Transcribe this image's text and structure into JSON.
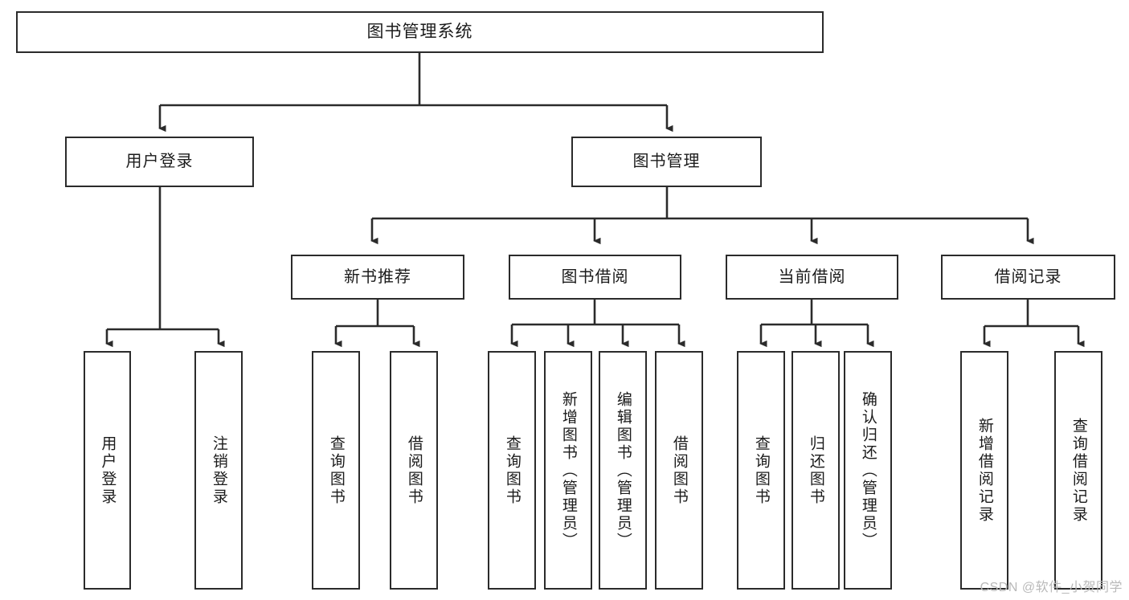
{
  "diagram": {
    "type": "tree-hierarchy",
    "title": "图书管理系统",
    "root": {
      "id": "root",
      "label": "图书管理系统"
    },
    "level1": [
      {
        "id": "user-login",
        "label": "用户登录"
      },
      {
        "id": "book-manage",
        "label": "图书管理"
      }
    ],
    "level2": [
      {
        "id": "new-book-rec",
        "label": "新书推荐",
        "parent": "book-manage"
      },
      {
        "id": "book-borrow",
        "label": "图书借阅",
        "parent": "book-manage"
      },
      {
        "id": "current-borrow",
        "label": "当前借阅",
        "parent": "book-manage"
      },
      {
        "id": "borrow-record",
        "label": "借阅记录",
        "parent": "book-manage"
      }
    ],
    "leaves": [
      {
        "id": "leaf-user-login",
        "label": "用户登录",
        "parent": "user-login"
      },
      {
        "id": "leaf-logout",
        "label": "注销登录",
        "parent": "user-login"
      },
      {
        "id": "leaf-query-book-1",
        "label": "查询图书",
        "parent": "new-book-rec"
      },
      {
        "id": "leaf-borrow-book-1",
        "label": "借阅图书",
        "parent": "new-book-rec"
      },
      {
        "id": "leaf-query-book-2",
        "label": "查询图书",
        "parent": "book-borrow"
      },
      {
        "id": "leaf-add-book",
        "label": "新增图书（管理员）",
        "parent": "book-borrow"
      },
      {
        "id": "leaf-edit-book",
        "label": "编辑图书（管理员）",
        "parent": "book-borrow"
      },
      {
        "id": "leaf-borrow-book-2",
        "label": "借阅图书",
        "parent": "book-borrow"
      },
      {
        "id": "leaf-query-book-3",
        "label": "查询图书",
        "parent": "current-borrow"
      },
      {
        "id": "leaf-return-book",
        "label": "归还图书",
        "parent": "current-borrow"
      },
      {
        "id": "leaf-confirm-return",
        "label": "确认归还（管理员）",
        "parent": "current-borrow"
      },
      {
        "id": "leaf-add-record",
        "label": "新增借阅记录",
        "parent": "borrow-record"
      },
      {
        "id": "leaf-query-record",
        "label": "查询借阅记录",
        "parent": "borrow-record"
      }
    ],
    "colors": {
      "stroke": "#2b2b2b",
      "background": "#ffffff",
      "text": "#1b1b1b",
      "watermark": "#b9b9b9"
    }
  },
  "watermark": {
    "text": "CSDN @软件_小贺同学"
  }
}
